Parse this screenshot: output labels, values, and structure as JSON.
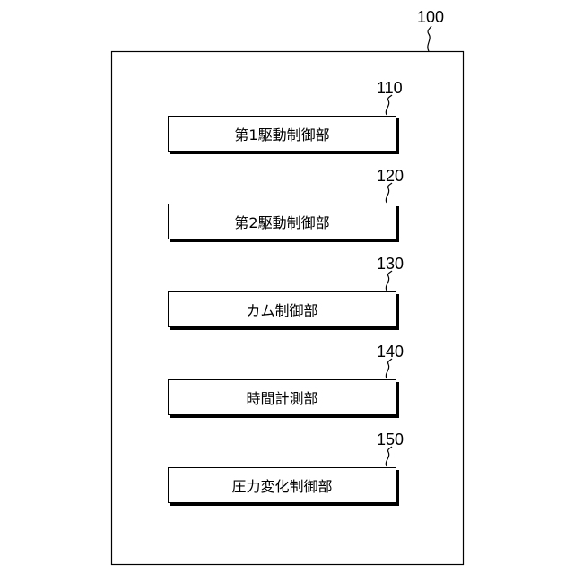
{
  "diagram": {
    "outer": {
      "ref": "100"
    },
    "blocks": [
      {
        "ref": "110",
        "label": "第1駆動制御部"
      },
      {
        "ref": "120",
        "label": "第2駆動制御部"
      },
      {
        "ref": "130",
        "label": "カム制御部"
      },
      {
        "ref": "140",
        "label": "時間計測部"
      },
      {
        "ref": "150",
        "label": "圧力変化制御部"
      }
    ]
  }
}
